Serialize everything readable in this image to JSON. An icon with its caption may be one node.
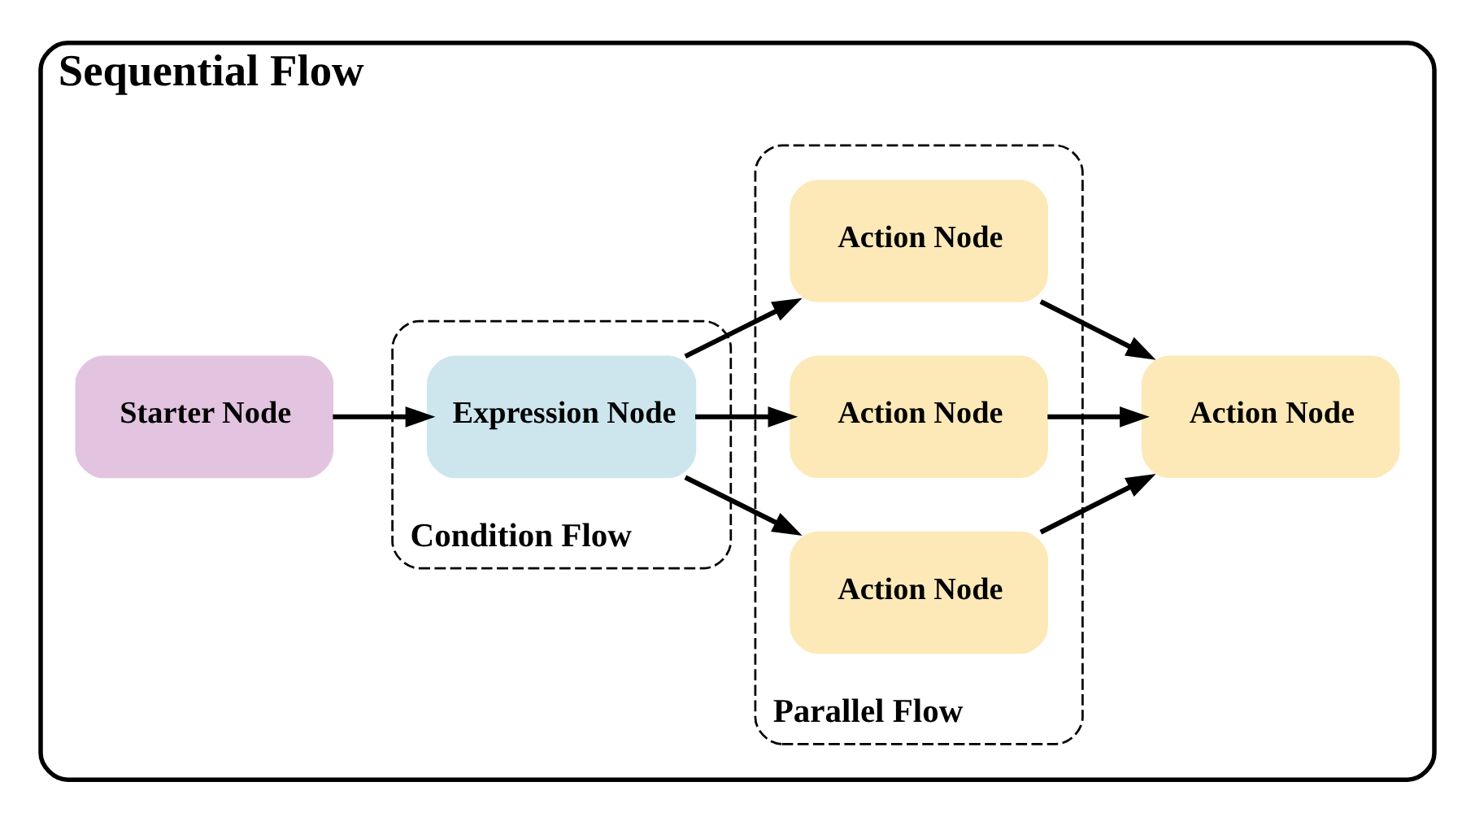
{
  "diagram": {
    "nodes": [
      {
        "text": [
          "Sequential Flow"
        ]
      },
      {
        "text": [
          "Starter Node"
        ],
        "in": 0
      },
      {
        "text": [
          "Condition Flow"
        ],
        "in": 0
      },
      {
        "text": [
          "Expression Node"
        ],
        "in": 2
      },
      {
        "text": [
          "Parallel Flow"
        ],
        "in": 0
      },
      {
        "text": [
          "Action Node"
        ],
        "in": 4
      },
      {
        "text": [
          "Action Node"
        ],
        "in": 4
      },
      {
        "text": [
          "Action Node"
        ],
        "in": 4
      },
      {
        "text": [
          "Action Node"
        ],
        "in": 0
      }
    ],
    "edges": [
      {
        "from": 1,
        "to": 3,
        "arrow": "to"
      },
      {
        "from": 3,
        "to": 5,
        "arrow": "to"
      },
      {
        "from": 3,
        "to": 6,
        "arrow": "to"
      },
      {
        "from": 3,
        "to": 7,
        "arrow": "to"
      },
      {
        "from": 5,
        "to": 8,
        "arrow": "to"
      },
      {
        "from": 6,
        "to": 8,
        "arrow": "to"
      },
      {
        "from": 7,
        "to": 8,
        "arrow": "to"
      }
    ]
  }
}
